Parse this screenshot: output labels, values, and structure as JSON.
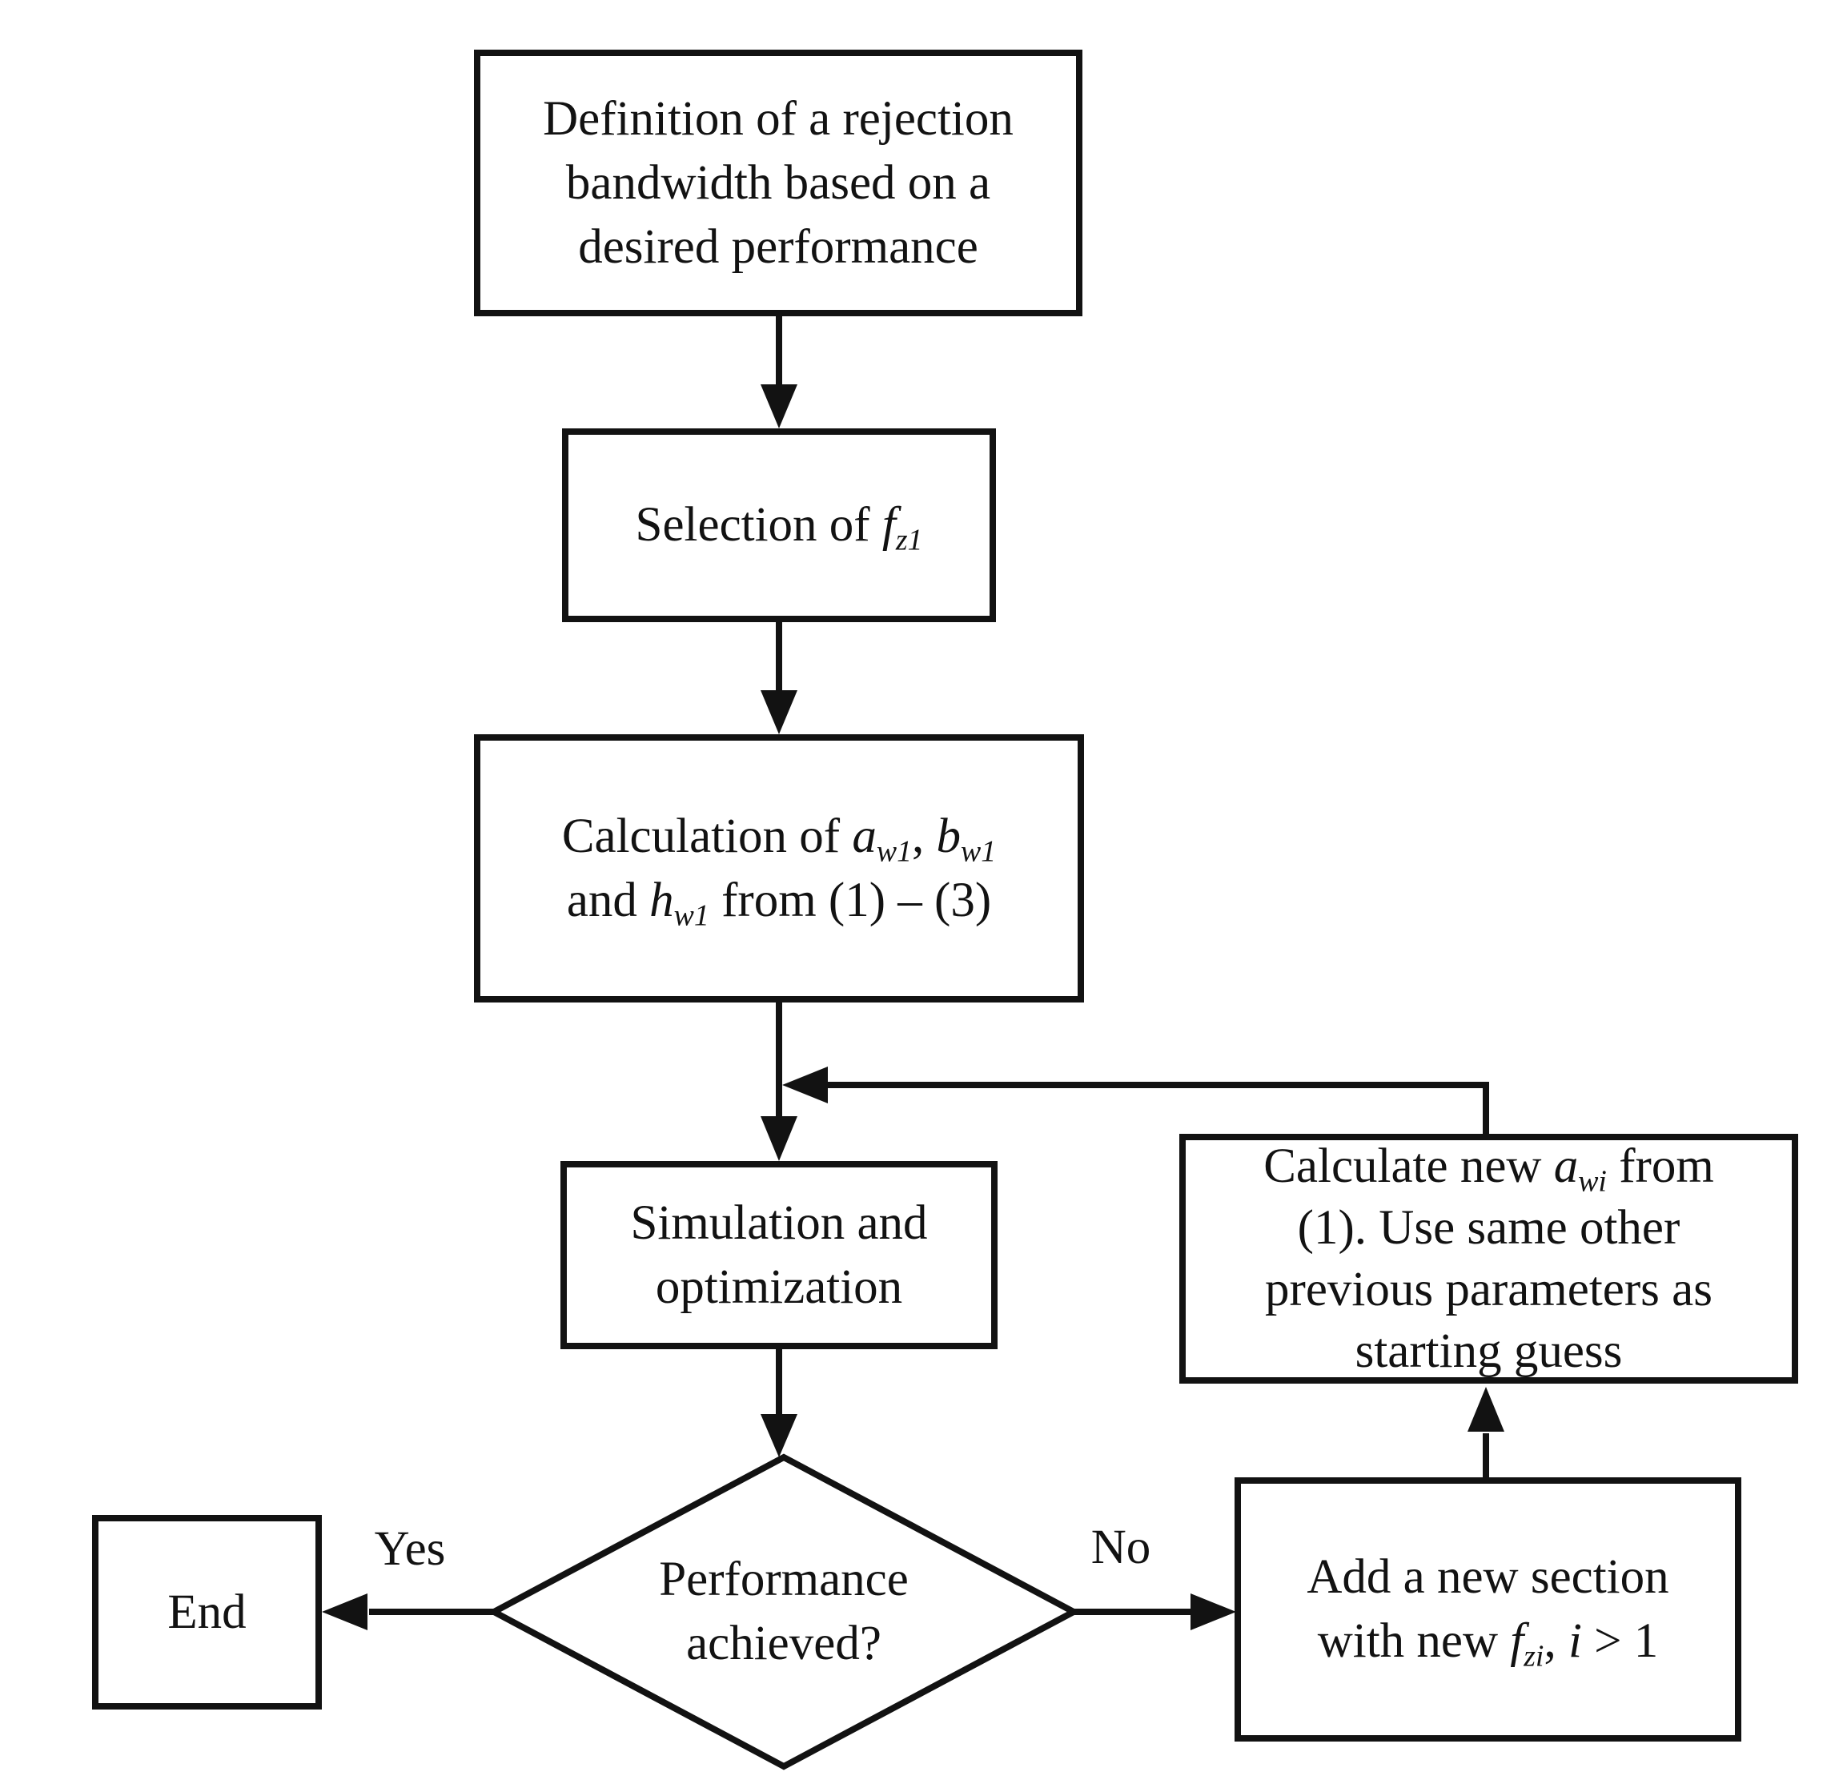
{
  "figure": {
    "type": "flowchart",
    "background_color": "#ffffff",
    "stroke_color": "#121212",
    "text_color": "#121212"
  },
  "nodes": {
    "definition": {
      "shape": "rect",
      "line1": "Definition of a rejection",
      "line2": "bandwidth based on a",
      "line3": "desired performance"
    },
    "selection": {
      "shape": "rect",
      "prefix": "Selection of ",
      "var1": "f",
      "sub1": "z1"
    },
    "calculation": {
      "shape": "rect",
      "l1_t1": "Calculation of ",
      "l1_v1": "a",
      "l1_s1": "w1",
      "l1_t2": ", ",
      "l1_v2": "b",
      "l1_s2": "w1",
      "l2_t1": "and ",
      "l2_v1": "h",
      "l2_s1": "w1",
      "l2_t2": " from (1) – (3)"
    },
    "simulation": {
      "shape": "rect",
      "line1": "Simulation and",
      "line2": "optimization"
    },
    "decision": {
      "shape": "diamond",
      "line1": "Performance",
      "line2": "achieved?"
    },
    "end": {
      "shape": "rect",
      "label": "End"
    },
    "add_section": {
      "shape": "rect",
      "l1": "Add a new section",
      "l2_t1": "with new ",
      "l2_v1": "f",
      "l2_s1": "zi",
      "l2_t2": ", ",
      "l2_v2": "i",
      "l2_t3": " > 1"
    },
    "calc_new": {
      "shape": "rect",
      "l1_t1": "Calculate new ",
      "l1_v1": "a",
      "l1_s1": "wi",
      "l1_t2": " from",
      "l2": "(1). Use same other",
      "l3": "previous parameters as",
      "l4": "starting guess"
    }
  },
  "edge_labels": {
    "yes": "Yes",
    "no": "No"
  },
  "edges": [
    {
      "from": "definition",
      "to": "selection"
    },
    {
      "from": "selection",
      "to": "calculation"
    },
    {
      "from": "calculation",
      "to": "simulation"
    },
    {
      "from": "simulation",
      "to": "decision"
    },
    {
      "from": "decision",
      "to": "end",
      "label": "Yes"
    },
    {
      "from": "decision",
      "to": "add_section",
      "label": "No"
    },
    {
      "from": "add_section",
      "to": "calc_new"
    },
    {
      "from": "calc_new",
      "to": "calculation-to-simulation-line",
      "note": "feedback merge above simulation box"
    }
  ]
}
